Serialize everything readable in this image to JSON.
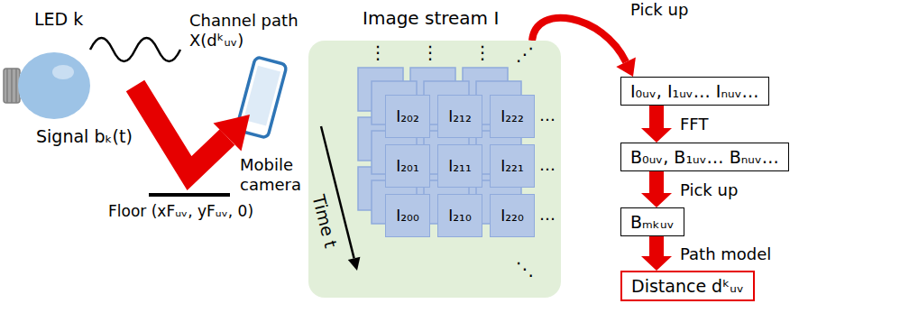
{
  "diagram": {
    "nodes": [
      {
        "text": [
          "Image stream I"
        ]
      },
      {
        "text": [
          "I₂₀₂"
        ],
        "in": 0
      },
      {
        "text": [
          "I₂₁₂"
        ],
        "in": 0
      },
      {
        "text": [
          "I₂₂₂"
        ],
        "in": 0
      },
      {
        "text": [
          "I₂₀₁"
        ],
        "in": 0
      },
      {
        "text": [
          "I₂₁₁"
        ],
        "in": 0
      },
      {
        "text": [
          "I₂₂₁"
        ],
        "in": 0
      },
      {
        "text": [
          "I₂₀₀"
        ],
        "in": 0
      },
      {
        "text": [
          "I₂₁₀"
        ],
        "in": 0
      },
      {
        "text": [
          "I₂₂₀"
        ],
        "in": 0
      },
      {
        "text": [
          "I₀ᵤᵥ, I₁ᵤᵥ… Iₙᵤᵥ…"
        ]
      },
      {
        "text": [
          "B₀ᵤᵥ, B₁ᵤᵥ… Bₙᵤᵥ…"
        ]
      },
      {
        "text": [
          "Bₘₖᵤᵥ"
        ]
      },
      {
        "text": [
          "Distance dᵏᵤᵥ"
        ]
      }
    ],
    "edges": [
      {
        "from": 0,
        "to": 10,
        "label": "Pick up",
        "arrow": "to"
      },
      {
        "from": 10,
        "to": 11,
        "label": "FFT",
        "arrow": "to"
      },
      {
        "from": 11,
        "to": 12,
        "label": "Pick up",
        "arrow": "to"
      },
      {
        "from": 12,
        "to": 13,
        "label": "Path model",
        "arrow": "to"
      }
    ],
    "labels": [
      "LED k",
      "Signal bₖ(t)",
      "Channel path X(dᵏᵤᵥ)",
      "Mobile camera",
      "Floor (xFᵤᵥ, yFᵤᵥ, 0)",
      "Time t",
      "⋮",
      "⋮",
      "⋮",
      "⋰",
      "…",
      "…",
      "…",
      "⋱"
    ]
  }
}
